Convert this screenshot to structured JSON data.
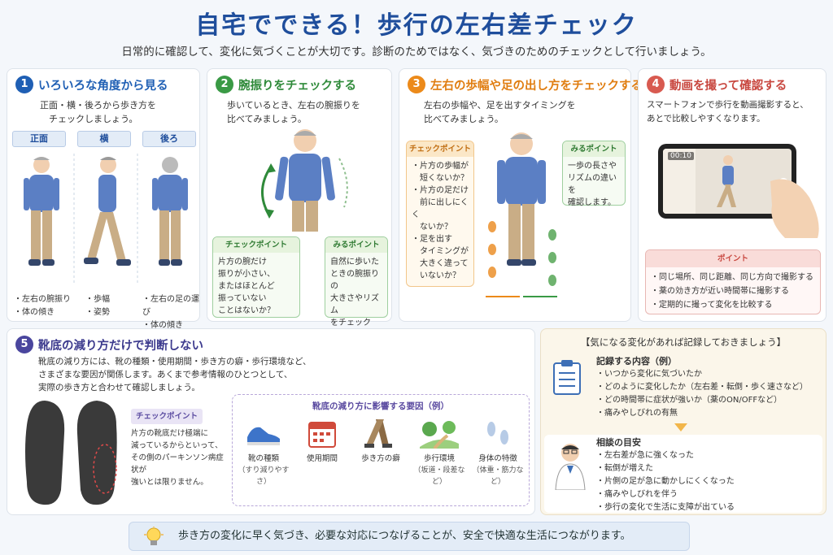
{
  "title": "自宅でできる！歩行の左右差チェック",
  "subtitle": "日常的に確認して、変化に気づくことが大切です。診断のためではなく、気づきのためのチェックとして行いましょう。",
  "s1": {
    "num": "1",
    "title": "いろいろな角度から見る",
    "desc": "正面・横・後ろから歩き方を\n　チェックしましょう。",
    "labels": [
      "正面",
      "横",
      "後ろ"
    ],
    "notes": [
      "・左右の腕振り\n・体の傾き",
      "・歩幅\n・姿勢",
      "・左右の足の運び\n・体の傾き"
    ]
  },
  "s2": {
    "num": "2",
    "title": "腕振りをチェックする",
    "desc": "歩いているとき、左右の腕振りを\n比べてみましょう。",
    "check_label": "チェックポイント",
    "check_text": "片方の腕だけ\n振りが小さい、\nまたはほとんど\n振っていない\nことはないか？",
    "see_label": "みるポイント",
    "see_text": "自然に歩いた\nときの腕振りの\n大きさやリズム\nをチェック\nします。"
  },
  "s3": {
    "num": "3",
    "title": "左右の歩幅や足の出し方をチェックする",
    "desc": "左右の歩幅や、足を出すタイミングを\n比べてみましょう。",
    "check_label": "チェックポイント",
    "check_text": "・片方の歩幅が\n　短くないか？\n・片方の足だけ\n　前に出しにくく\n　ないか？\n・足を出す\n　タイミングが\n　大きく違って\n　いないか？",
    "see_label": "みるポイント",
    "see_text": "一歩の長さや\nリズムの違いを\n確認します。"
  },
  "s4": {
    "num": "4",
    "title": "動画を撮って確認する",
    "desc": "スマートフォンで歩行を動画撮影すると、\nあとで比較しやすくなります。",
    "timer": "00:10",
    "point_label": "ポイント",
    "points": "・同じ場所、同じ距離、同じ方向で撮影する\n・薬の効き方が近い時間帯に撮影する\n・定期的に撮って変化を比較する"
  },
  "s5": {
    "num": "5",
    "title": "靴底の減り方だけで判断しない",
    "desc": "靴底の減り方には、靴の種類・使用期間・歩き方の癖・歩行環境など、\nさまざまな要因が関係します。あくまで参考情報のひとつとして、\n実際の歩き方と合わせて確認しましょう。",
    "check_label": "チェックポイント",
    "check_text": "片方の靴底だけ極端に\n減っているからといって、\nその側のパーキンソン病症状が\n強いとは限りません。",
    "factor_title": "靴底の減り方に影響する要因（例）",
    "factors": [
      {
        "label": "靴の種類",
        "sub": "（すり減りやすさ）"
      },
      {
        "label": "使用期間",
        "sub": ""
      },
      {
        "label": "歩き方の癖",
        "sub": ""
      },
      {
        "label": "歩行環境",
        "sub": "（坂道・段差など）"
      },
      {
        "label": "身体の特徴",
        "sub": "（体重・筋力など）"
      }
    ]
  },
  "s6": {
    "title": "【気になる変化があれば記録しておきましょう】",
    "rec_head": "記録する内容（例）",
    "rec_items": "・いつから変化に気づいたか\n・どのように変化したか（左右差・転倒・歩く速さなど）\n・どの時間帯に症状が強いか（薬のON/OFFなど）\n・痛みやしびれの有無",
    "consult_head": "相談の目安",
    "consult_items": "・左右差が急に強くなった\n・転倒が増えた\n・片側の足が急に動かしにくくなった\n・痛みやしびれを伴う\n・歩行の変化で生活に支障が出ている"
  },
  "footer": "歩き方の変化に早く気づき、必要な対応につなげることが、安全で快適な生活につながります。"
}
